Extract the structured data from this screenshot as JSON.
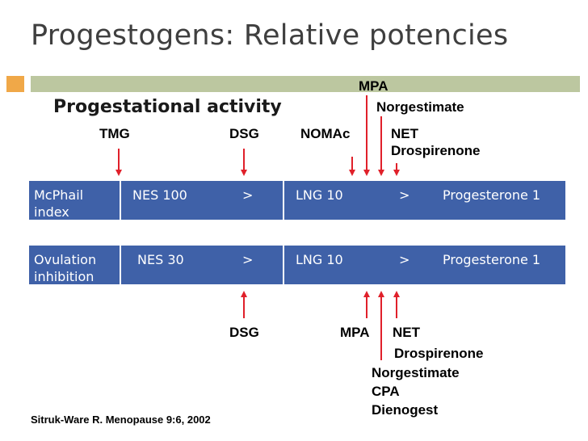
{
  "slide": {
    "title": "Progestogens: Relative potencies",
    "heading": "Progestational activity",
    "citation": "Sitruk-Ware R. Menopause 9:6, 2002"
  },
  "top_labels": {
    "tmg": "TMG",
    "dsg": "DSG",
    "nomac": "NOMAc",
    "mpa": "MPA",
    "norgestimate": "Norgestimate",
    "net": "NET",
    "drospirenone": "Drospirenone"
  },
  "rows": [
    {
      "label_line1": "McPhail",
      "label_line2": "index",
      "c1": "NES 100",
      "c2": ">",
      "c3": "LNG 10",
      "c4": ">",
      "c5": "Progesterone 1"
    },
    {
      "label_line1": "Ovulation",
      "label_line2": "inhibition",
      "c1": "NES 30",
      "c2": ">",
      "c3": "LNG 10",
      "c4": ">",
      "c5": "Progesterone 1"
    }
  ],
  "bottom_labels": {
    "dsg": "DSG",
    "mpa": "MPA",
    "net": "NET",
    "drospirenone": "Drospirenone",
    "norgestimate": "Norgestimate",
    "cpa": "CPA",
    "dienogest": "Dienogest"
  },
  "colors": {
    "row_fill": "#3f61a8",
    "arrow": "#e0202a",
    "accent": "#f0a848",
    "bar": "#bcc7a0"
  }
}
